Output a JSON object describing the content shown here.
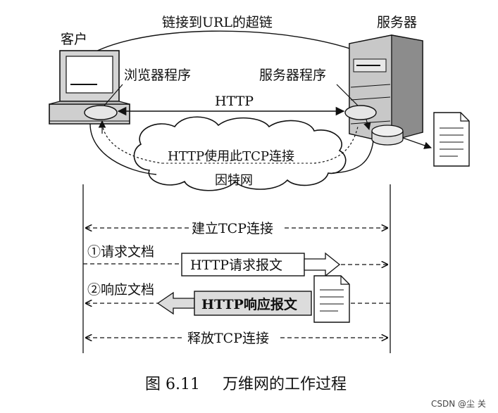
{
  "labels": {
    "client": "客户",
    "server": "服务器",
    "hyperlink": "链接到URL的超链",
    "browser_program": "浏览器程序",
    "server_program": "服务器程序",
    "http": "HTTP",
    "http_uses_tcp": "HTTP使用此TCP连接",
    "internet": "因特网",
    "establish_tcp": "建立TCP连接",
    "step1": "①请求文档",
    "http_request": "HTTP请求报文",
    "step2": "②响应文档",
    "http_response": "HTTP响应报文",
    "release_tcp": "释放TCP连接"
  },
  "caption": {
    "fig_no": "图 6.11",
    "title": "万维网的工作过程"
  },
  "watermark": "CSDN @尘  关",
  "colors": {
    "line": "#111111",
    "machine_fill": "#d4d4d4",
    "response_box_fill": "#dcdcdc",
    "cloud_fill": "#ffffff"
  }
}
